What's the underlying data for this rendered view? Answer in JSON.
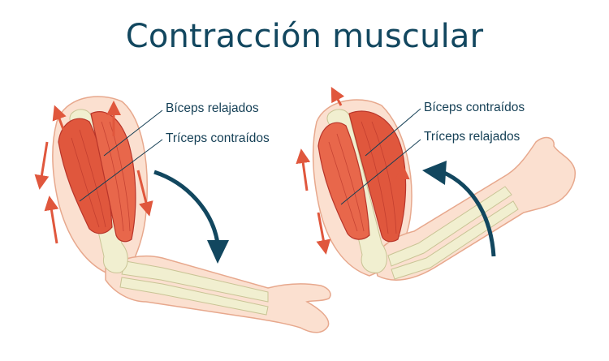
{
  "title": "Contracción muscular",
  "left_arm": {
    "label_top": "Bíceps relajados",
    "label_bottom": "Tríceps contraídos"
  },
  "right_arm": {
    "label_top": "Bíceps contraídos",
    "label_bottom": "Tríceps relajados"
  },
  "colors": {
    "title": "#12475f",
    "skin": "#fbe0d0",
    "skin_outline": "#e7a88d",
    "muscle": "#e0573d",
    "muscle_dark": "#b8352a",
    "bone": "#f1efd0",
    "bone_outline": "#c9c495",
    "arrow_red": "#e0573d",
    "arrow_blue": "#12475f"
  }
}
